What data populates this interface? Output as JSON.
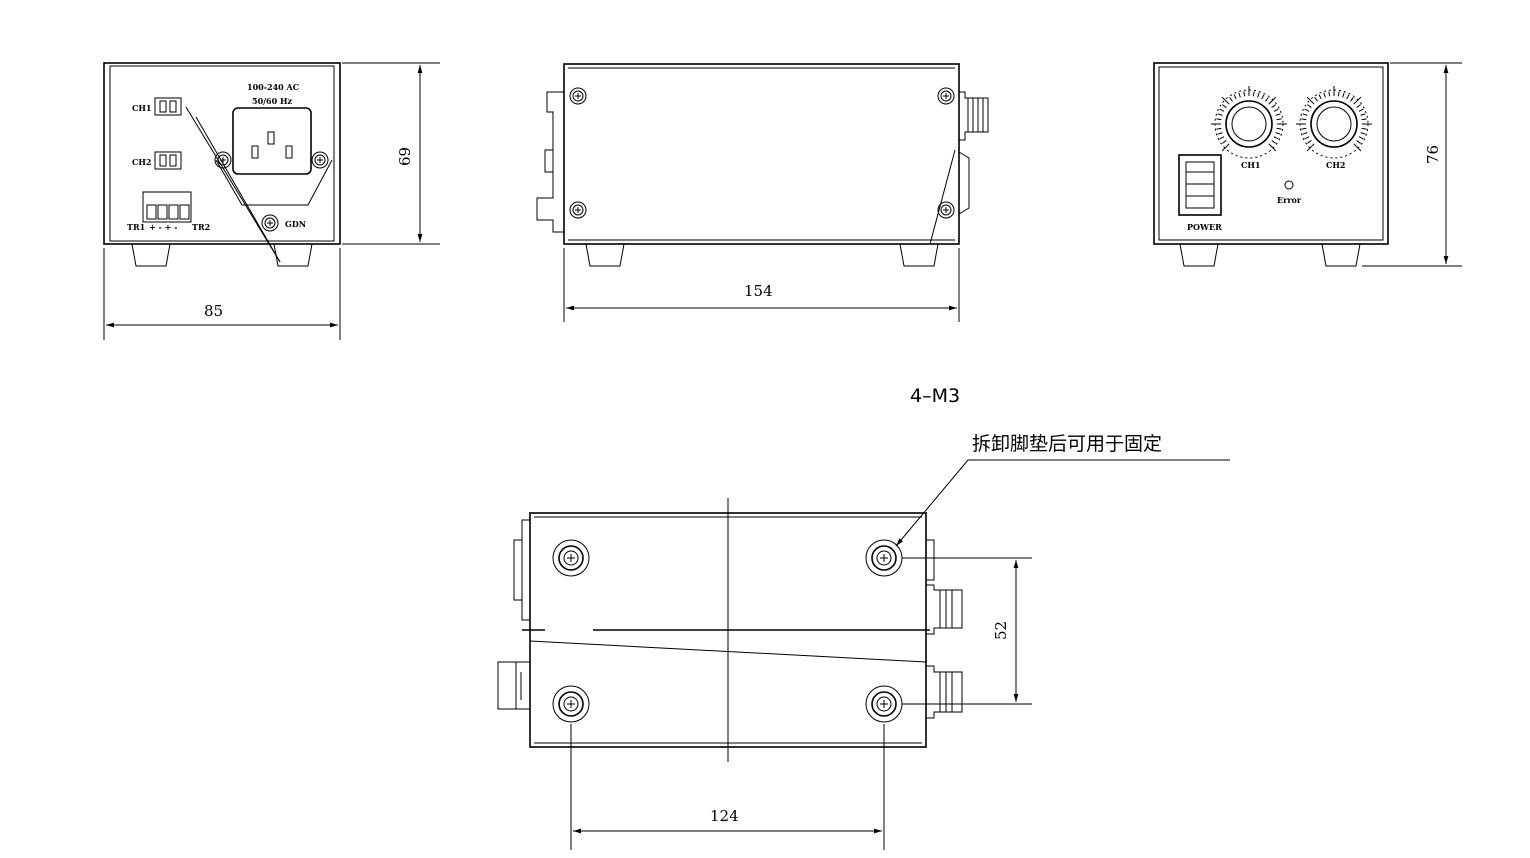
{
  "rear_view": {
    "ch1_label": "CH1",
    "ch2_label": "CH2",
    "voltage_label": "100-240 AC",
    "frequency_label": "50/60 Hz",
    "tr1_label": "TR1",
    "tr2_label": "TR2",
    "polarity_label": "+ - + -",
    "ground_label": "GDN",
    "width_dim": "85",
    "height_dim": "69"
  },
  "side_view": {
    "length_dim": "154"
  },
  "front_view": {
    "ch1_label": "CH1",
    "ch2_label": "CH2",
    "error_label": "Error",
    "power_label": "POWER",
    "height_dim": "76"
  },
  "bottom_view": {
    "screw_spec": "4–M3",
    "note": "拆卸脚垫后可用于固定",
    "hole_spacing_x": "124",
    "hole_spacing_y": "52"
  }
}
